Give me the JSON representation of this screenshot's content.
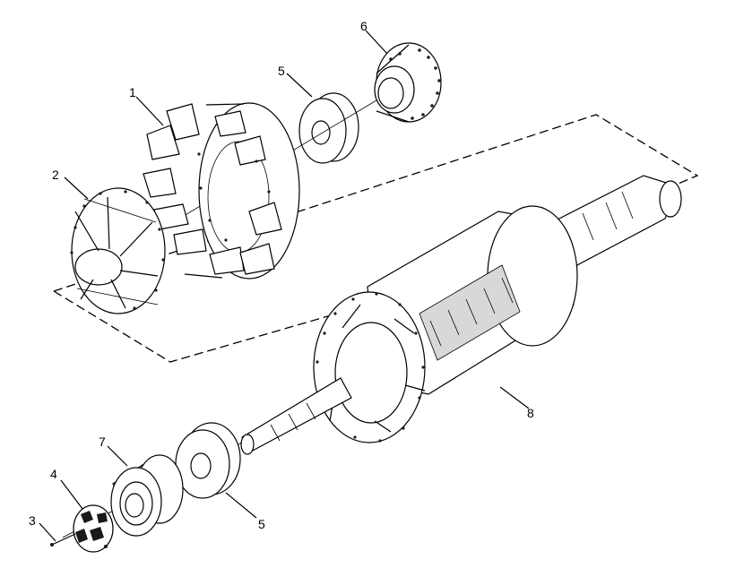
{
  "callouts": [
    {
      "id": "c1",
      "label": "1"
    },
    {
      "id": "c2",
      "label": "2"
    },
    {
      "id": "c3",
      "label": "3"
    },
    {
      "id": "c4",
      "label": "4"
    },
    {
      "id": "c5a",
      "label": "5"
    },
    {
      "id": "c5b",
      "label": "5"
    },
    {
      "id": "c6",
      "label": "6"
    },
    {
      "id": "c7",
      "label": "7"
    },
    {
      "id": "c8",
      "label": "8"
    }
  ],
  "parts": [
    {
      "callout": "1",
      "icon": "fan-impeller"
    },
    {
      "callout": "2",
      "icon": "fan-hub"
    },
    {
      "callout": "3",
      "icon": "screw"
    },
    {
      "callout": "4",
      "icon": "rectifier-assembly"
    },
    {
      "callout": "5",
      "icon": "bearing-spacer-ring"
    },
    {
      "callout": "6",
      "icon": "coupling-hub"
    },
    {
      "callout": "7",
      "icon": "bearing"
    },
    {
      "callout": "8",
      "icon": "rotor-assembly"
    }
  ]
}
